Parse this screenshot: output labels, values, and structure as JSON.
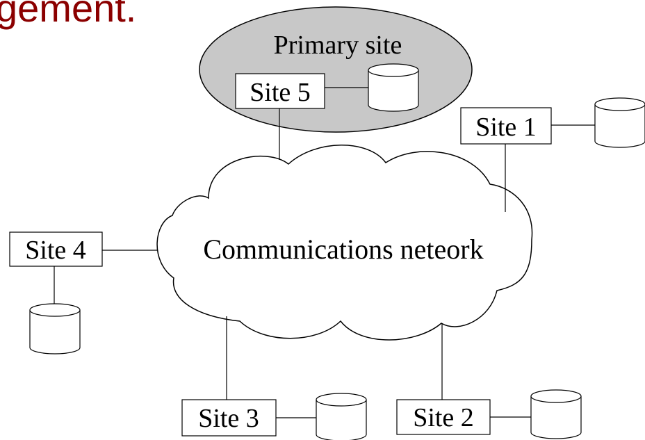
{
  "heading": {
    "text": "gement.",
    "color": "#8b0000"
  },
  "diagram": {
    "primary_site_label": "Primary site",
    "network_label": "Communications neteork",
    "sites": {
      "site1": "Site 1",
      "site2": "Site 2",
      "site3": "Site 3",
      "site4": "Site 4",
      "site5": "Site 5"
    },
    "colors": {
      "primary_site_fill": "#c8c8c8",
      "line": "#000000",
      "box_fill": "#ffffff"
    }
  }
}
